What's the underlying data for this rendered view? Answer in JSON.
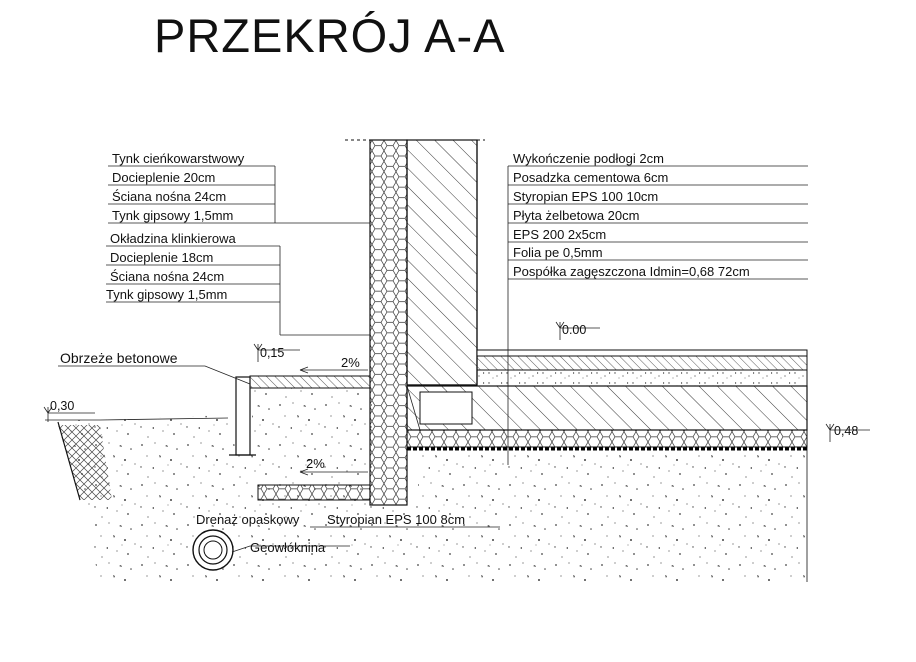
{
  "title": "PRZEKRÓJ   A-A",
  "left_labels_group1": [
    "Tynk cieńkowarstwowy",
    "Docieplenie 20cm",
    "Ściana nośna 24cm",
    "Tynk gipsowy 1,5mm"
  ],
  "left_labels_group2": [
    "Okładzina klinkierowa",
    "Docieplenie 18cm",
    "Ściana nośna 24cm",
    "Tynk gipsowy 1,5mm"
  ],
  "right_labels": [
    "Wykończenie podłogi 2cm",
    "Posadzka cementowa 6cm",
    "Styropian EPS 100  10cm",
    "Płyta żelbetowa 20cm",
    "EPS 200  2x5cm",
    "Folia pe 0,5mm",
    "Pospółka zagęszczona Idmin=0,68  72cm"
  ],
  "levels": {
    "floor": "0.00",
    "edge": "0,15",
    "ground": "0,30",
    "foundation": "0,48"
  },
  "slopes": {
    "upper": "2%",
    "lower": "2%"
  },
  "callouts": {
    "edging": "Obrzeże betonowe",
    "drain": "Drenaż opaskowy",
    "eps_strip": "Styropian EPS 100 8cm",
    "geotextile": "Geowłóknina"
  }
}
